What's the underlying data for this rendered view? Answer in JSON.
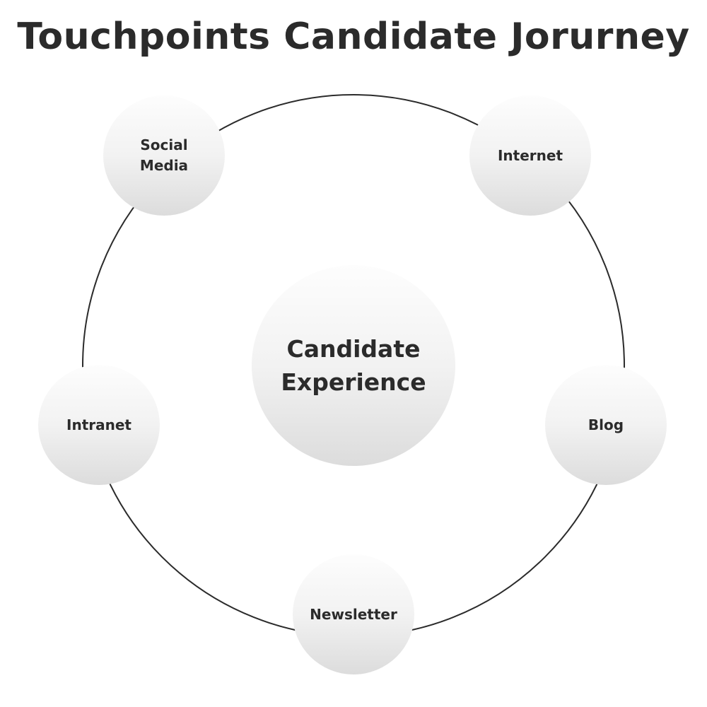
{
  "title": "Touchpoints Candidate Jorurney",
  "center": {
    "label": "Candidate\nExperience"
  },
  "touchpoints": [
    {
      "label": "Social\nMedia"
    },
    {
      "label": "Internet"
    },
    {
      "label": "Blog"
    },
    {
      "label": "Newsletter"
    },
    {
      "label": "Intranet"
    }
  ],
  "colors": {
    "text": "#2b2b2b",
    "ring": "#2b2b2b",
    "node_top": "#fdfdfd",
    "node_bottom": "#dcdcdc"
  }
}
